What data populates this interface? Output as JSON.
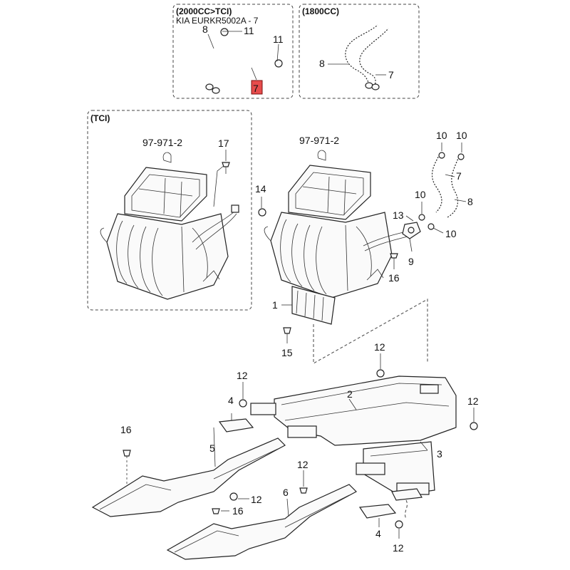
{
  "boxes": {
    "box1_title": "(2000CC>TCI)",
    "box2_title": "(1800CC)",
    "box3_title": "(TCI)",
    "watermark": "KIA EURKR5002A - 7"
  },
  "callouts": {
    "b1_8": "8",
    "b1_11a": "11",
    "b1_11b": "11",
    "b1_7": "7",
    "b2_8": "8",
    "b2_7": "7",
    "tci_ref": "97-971-2",
    "tci_17": "17",
    "main_ref": "97-971-2",
    "p14": "14",
    "p10a": "10",
    "p10b": "10",
    "p7": "7",
    "p10c": "10",
    "p8": "8",
    "p13": "13",
    "p10d": "10",
    "p9": "9",
    "p16a": "16",
    "p1": "1",
    "p15": "15",
    "p12a": "12",
    "p12b": "12",
    "p2": "2",
    "p12c": "12",
    "p3": "3",
    "p4a": "4",
    "p16b": "16",
    "p5": "5",
    "p12d": "12",
    "p6": "6",
    "p12e": "12",
    "p16c": "16",
    "p4b": "4",
    "p12f": "12"
  }
}
